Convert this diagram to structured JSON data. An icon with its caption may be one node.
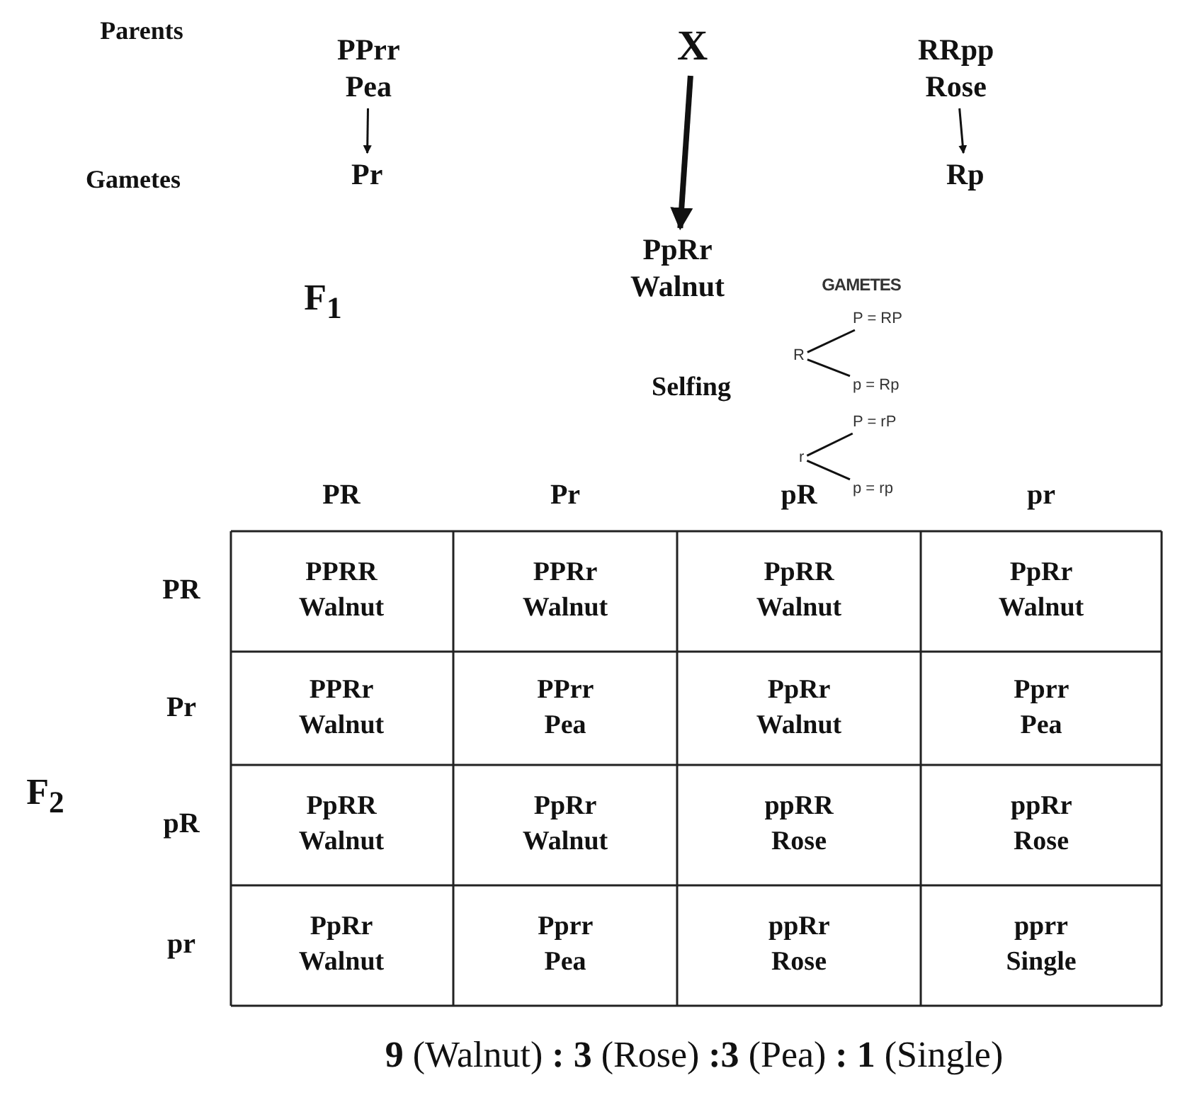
{
  "diagram": {
    "nodes": [
      {
        "text": [
          "PPrr",
          "Pea"
        ]
      },
      {
        "text": [
          "Pr"
        ]
      },
      {
        "text": [
          "X"
        ]
      },
      {
        "text": [
          "PpRr",
          "Walnut"
        ]
      },
      {
        "text": [
          "RRpp",
          "Rose"
        ]
      },
      {
        "text": [
          "Rp"
        ]
      },
      {
        "text": [
          "R"
        ]
      },
      {
        "text": [
          "P = RP"
        ]
      },
      {
        "text": [
          "p = Rp"
        ]
      },
      {
        "text": [
          "r"
        ]
      },
      {
        "text": [
          "P = rP"
        ]
      },
      {
        "text": [
          "p = rp"
        ]
      }
    ],
    "edges": [
      {
        "from": 0,
        "to": 1,
        "arrow": "to"
      },
      {
        "from": 4,
        "to": 5,
        "arrow": "to"
      },
      {
        "from": 2,
        "to": 3,
        "arrow": "to",
        "style": "thick"
      },
      {
        "from": 6,
        "to": 7,
        "arrow": "none"
      },
      {
        "from": 6,
        "to": 8,
        "arrow": "none"
      },
      {
        "from": 9,
        "to": 10,
        "arrow": "none"
      },
      {
        "from": 9,
        "to": 11,
        "arrow": "none"
      }
    ],
    "labels": [
      "Parents",
      "Gametes",
      "F$_{1}$",
      "Selfing",
      "GAMETES",
      "PR",
      "Pr",
      "pR",
      "pr",
      "PR",
      "PPRR Walnut",
      "PPRr Walnut",
      "PpRR Walnut",
      "PpRr Walnut",
      "Pr",
      "PPRr Walnut",
      "PPrr Pea",
      "PpRr Walnut",
      "Pprr Pea",
      "F$_{2}$",
      "pR",
      "PpRR Walnut",
      "PpRr Walnut",
      "ppRR Rose",
      "ppRr Rose",
      "pr",
      "PpRr Walnut",
      "Pprr Pea",
      "ppRr Rose",
      "pprr Single",
      "**9** (Walnut) **:** **3** (Rose) **:3** (Pea) **:**  **1** (Single)"
    ]
  }
}
